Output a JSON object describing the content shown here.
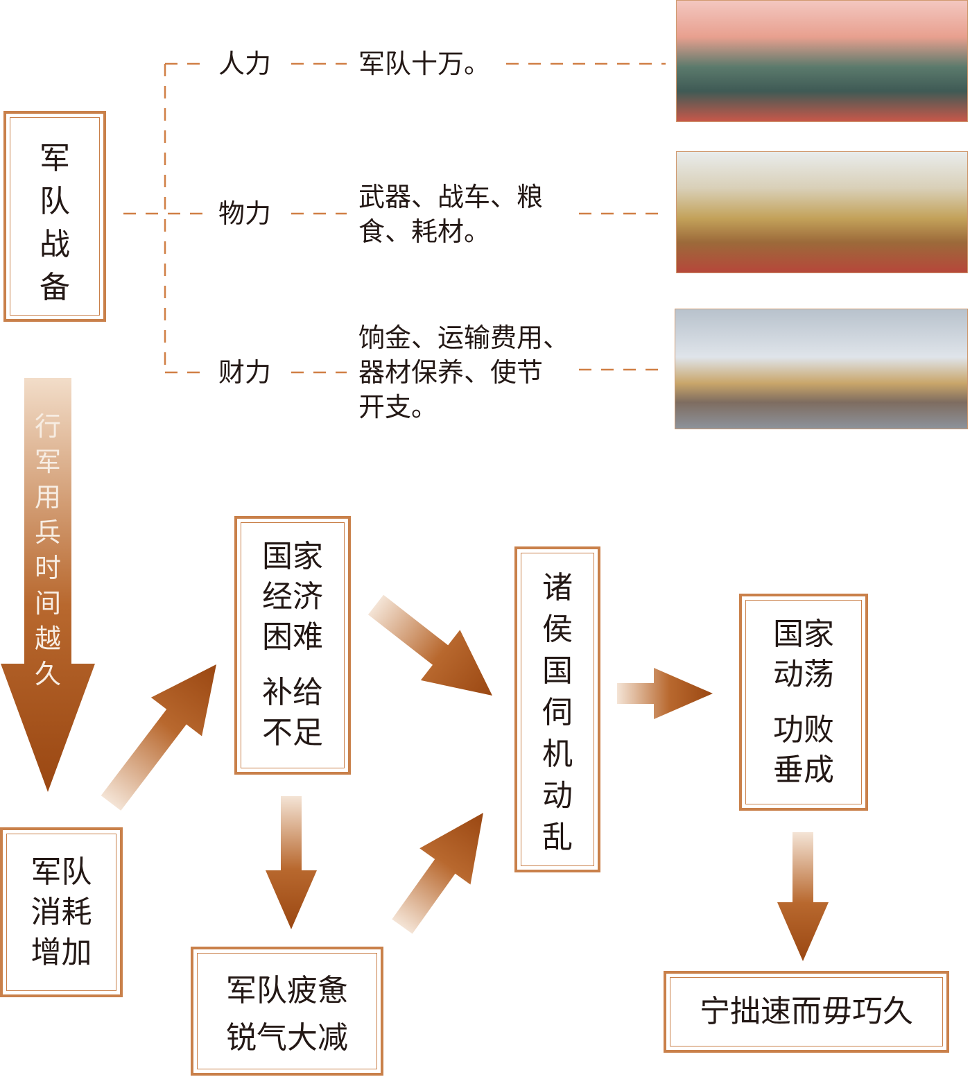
{
  "colors": {
    "border": "#c9804a",
    "arrow_dark": "#9a4712",
    "arrow_light": "#f4e4d6",
    "dash": "#d07f45"
  },
  "top_box": {
    "chars": [
      "军",
      "队",
      "战",
      "备"
    ]
  },
  "resources": [
    {
      "label": "人力",
      "lines": [
        "军队十万。"
      ],
      "image": "army-soldiers-illustration"
    },
    {
      "label": "物力",
      "lines": [
        "武器、战车、粮",
        "食、耗材。"
      ],
      "image": "grain-carts-illustration"
    },
    {
      "label": "财力",
      "lines": [
        "饷金、运输费用、",
        "器材保养、使节",
        "开支。"
      ],
      "image": "supply-convoy-illustration"
    }
  ],
  "time_arrow": {
    "chars": [
      "行",
      "军",
      "用",
      "兵",
      "时",
      "间",
      "越",
      "久"
    ]
  },
  "boxes": {
    "consumption": [
      "军队",
      "消耗",
      "增加"
    ],
    "economy": [
      "国家",
      "经济",
      "困难",
      "补给",
      "不足"
    ],
    "fatigue": [
      "军队疲惫",
      "锐气大减"
    ],
    "vassals": [
      "诸",
      "侯",
      "国",
      "伺",
      "机",
      "动",
      "乱"
    ],
    "turmoil": [
      "国家",
      "动荡",
      "功败",
      "垂成"
    ],
    "conclusion": "宁拙速而毋巧久"
  }
}
